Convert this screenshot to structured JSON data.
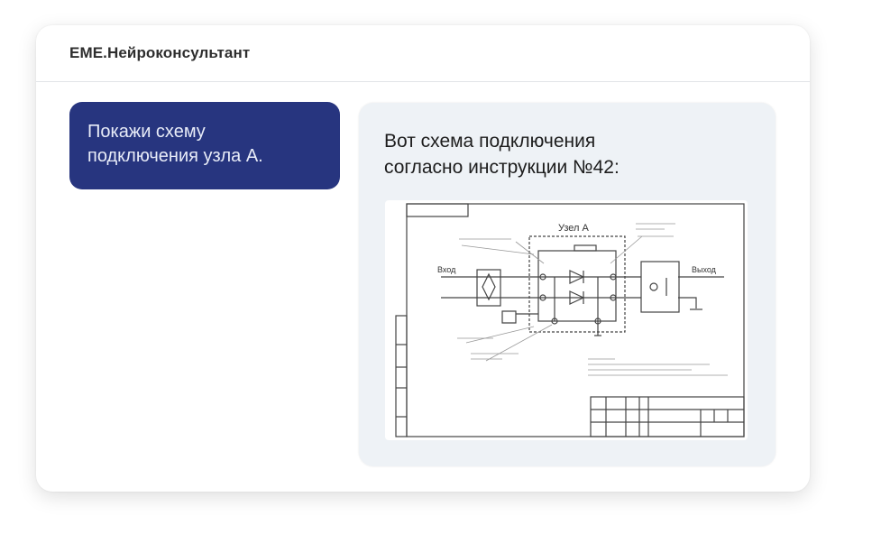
{
  "app": {
    "title": "EME.Нейроконсультант"
  },
  "messages": [
    {
      "role": "user",
      "lines": [
        "Покажи схему",
        "подключения узла А."
      ]
    },
    {
      "role": "assistant",
      "lines": [
        "Вот схема подключения",
        "согласно инструкции №42:"
      ],
      "diagram": {
        "node_label": "Узел А",
        "input_label": "Вход",
        "output_label": "Выход"
      }
    }
  ],
  "colors": {
    "user_bubble": "#27357f",
    "assistant_bubble": "#eef2f6"
  }
}
